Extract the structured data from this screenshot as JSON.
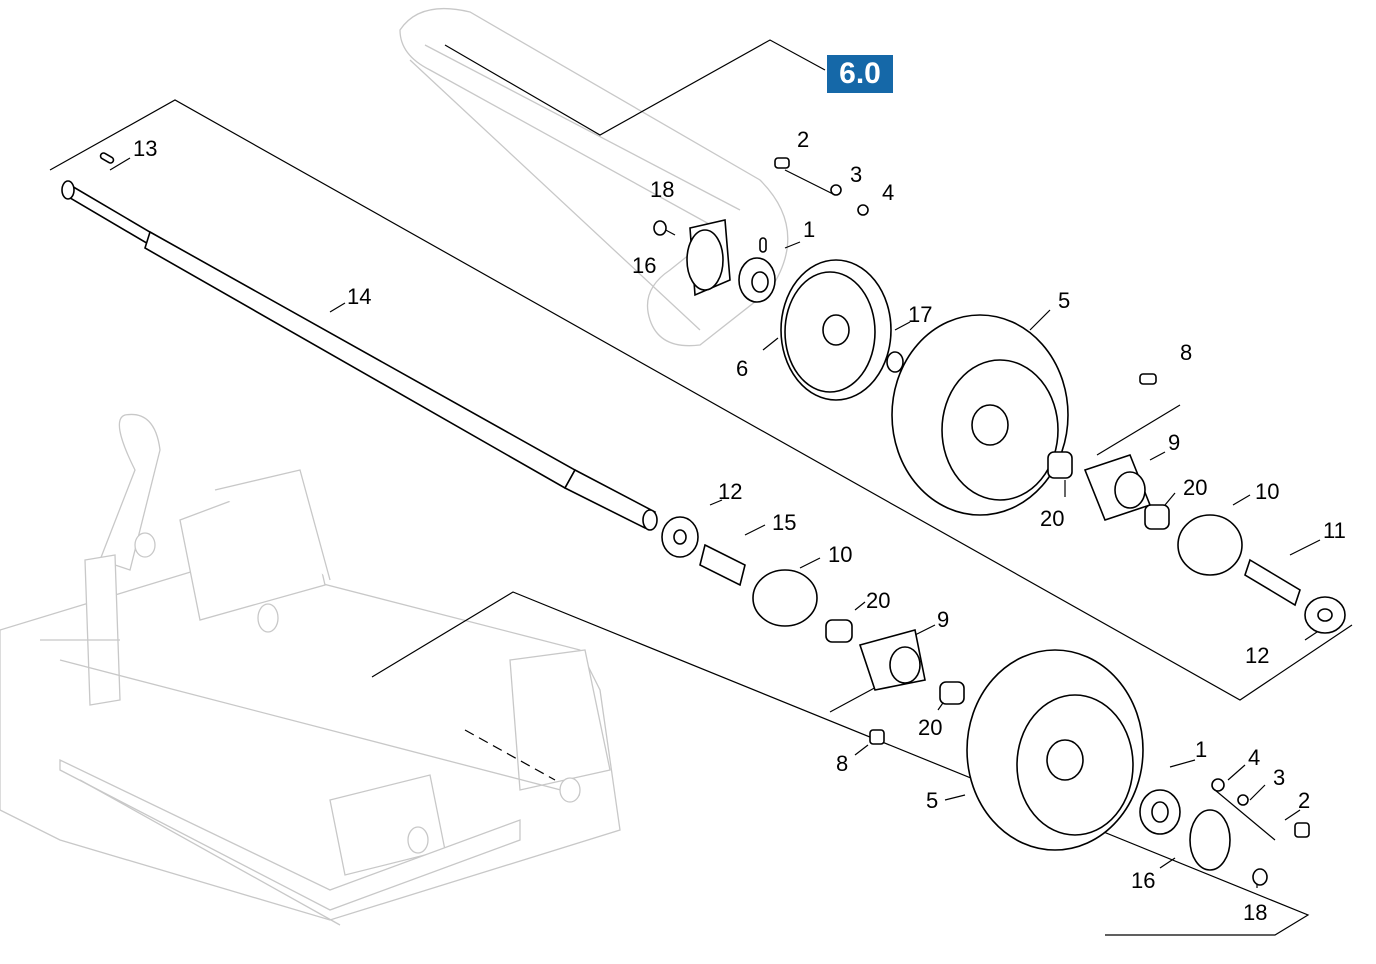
{
  "section_badge": "6.0",
  "callouts": [
    {
      "id": "c13",
      "text": "13"
    },
    {
      "id": "c14",
      "text": "14"
    },
    {
      "id": "c2a",
      "text": "2"
    },
    {
      "id": "c3a",
      "text": "3"
    },
    {
      "id": "c4a",
      "text": "4"
    },
    {
      "id": "c18a",
      "text": "18"
    },
    {
      "id": "c1a",
      "text": "1"
    },
    {
      "id": "c16a",
      "text": "16"
    },
    {
      "id": "c6",
      "text": "6"
    },
    {
      "id": "c17",
      "text": "17"
    },
    {
      "id": "c5a",
      "text": "5"
    },
    {
      "id": "c8a",
      "text": "8"
    },
    {
      "id": "c9a",
      "text": "9"
    },
    {
      "id": "c20a",
      "text": "20"
    },
    {
      "id": "c20b",
      "text": "20"
    },
    {
      "id": "c10a",
      "text": "10"
    },
    {
      "id": "c11",
      "text": "11"
    },
    {
      "id": "c12a",
      "text": "12"
    },
    {
      "id": "c12b",
      "text": "12"
    },
    {
      "id": "c15",
      "text": "15"
    },
    {
      "id": "c10b",
      "text": "10"
    },
    {
      "id": "c20c",
      "text": "20"
    },
    {
      "id": "c9b",
      "text": "9"
    },
    {
      "id": "c20d",
      "text": "20"
    },
    {
      "id": "c8b",
      "text": "8"
    },
    {
      "id": "c5b",
      "text": "5"
    },
    {
      "id": "c1b",
      "text": "1"
    },
    {
      "id": "c4b",
      "text": "4"
    },
    {
      "id": "c3b",
      "text": "3"
    },
    {
      "id": "c2b",
      "text": "2"
    },
    {
      "id": "c16b",
      "text": "16"
    },
    {
      "id": "c18b",
      "text": "18"
    }
  ],
  "colors": {
    "badge": "#1568a8",
    "line": "#000000",
    "background_art": "#c8c8c8"
  }
}
